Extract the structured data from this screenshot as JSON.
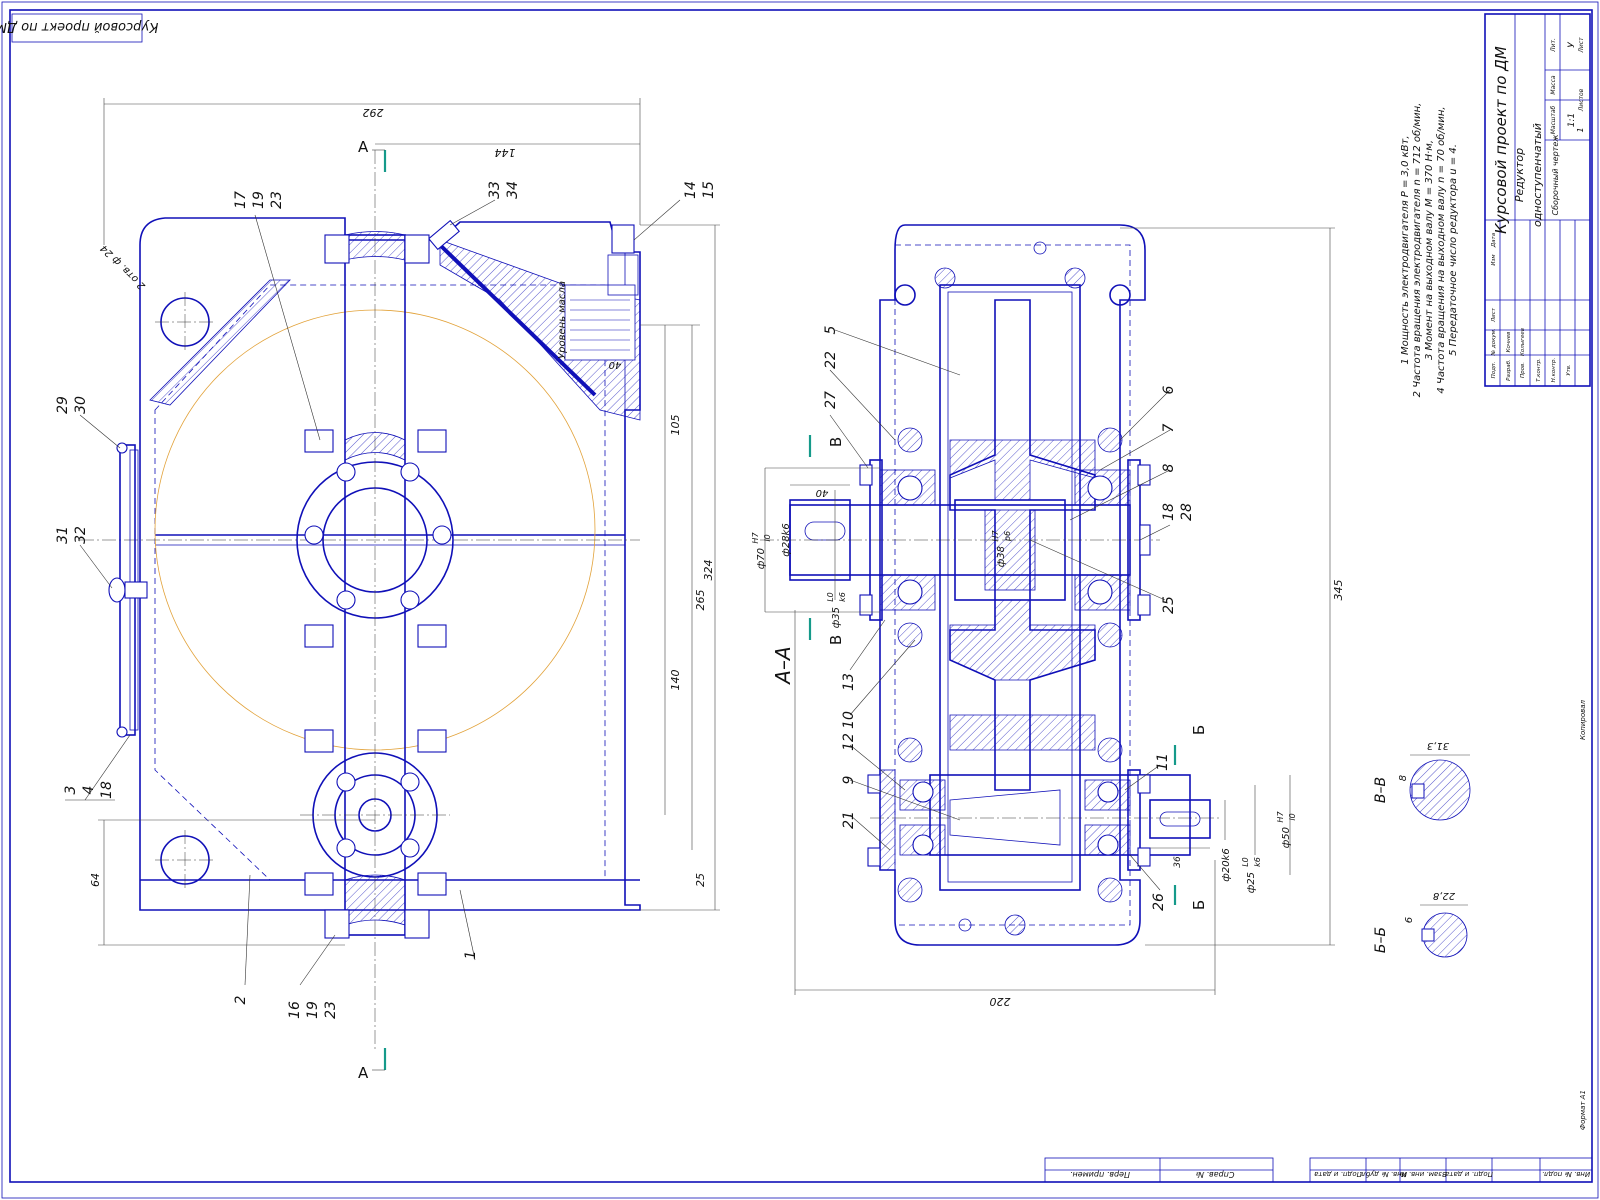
{
  "stamp": {
    "text": "Курсовой проект по ДМ"
  },
  "title_block": {
    "project": "Курсовой проект по ДМ",
    "product_line1": "Редуктор",
    "product_line2": "одноступенчатый",
    "doc_type": "Сборочный чертеж",
    "cols": [
      "Изм",
      "Лист",
      "№ докум.",
      "Подп.",
      "Дата"
    ],
    "rows": [
      {
        "role": "Разраб.",
        "name": "Кочнев"
      },
      {
        "role": "Пров.",
        "name": "Колыгеев"
      },
      {
        "role": "Т.контр.",
        "name": ""
      },
      {
        "role": "Н.контр.",
        "name": ""
      },
      {
        "role": "Утв.",
        "name": ""
      }
    ],
    "lit_label": "Лит.",
    "mass_label": "Масса",
    "scale_label": "Масштаб",
    "lit_value": "У",
    "scale_value": "1:1",
    "sheet_label": "Лист",
    "sheets_label": "Листов",
    "sheets_value": "1",
    "copied": "Копировал",
    "format": "Формат  А1"
  },
  "tech_reqs": [
    "1 Мощность электродвигателя P = 3,0 кВт,",
    "2 Частота вращения электродвигателя n = 712 об/мин,",
    "3 Момент на выходном валу M = 370 Н·м,",
    "4 Частота вращения на выходном валу n = 70 об/мин,",
    "5 Передаточное число редуктора u = 4."
  ],
  "bottom_strip": {
    "left": [
      "Перв. примен.",
      "Справ. №"
    ],
    "right": [
      "Подп. и дата",
      "Инв. № дубл.",
      "Взам. инв. №",
      "Подп. и дата",
      "Инв. № подл."
    ]
  },
  "front_view": {
    "dims": {
      "width": "292",
      "offset": "144",
      "h105": "105",
      "h265": "265",
      "h324": "324",
      "h140": "140",
      "h64": "64",
      "h25": "25",
      "oil": "40"
    },
    "holes_note": "2 отв. ф 24",
    "oil_label": "Уровень масла",
    "section_letter": "А"
  },
  "section_view": {
    "title": "А–А",
    "dims": {
      "length": "345",
      "width": "220",
      "shaft_len": "40",
      "key_len": "36"
    },
    "fits": {
      "d70": "ф70",
      "d70_fit_top": "H7",
      "d70_fit_bot": "l0",
      "d28": "ф28k6",
      "d35": "ф35",
      "d35_fit_top": "L0",
      "d35_fit_bot": "k6",
      "d38": "ф38",
      "d38_fit_top": "H7",
      "d38_fit_bot": "p6",
      "d50": "ф50",
      "d50_fit_top": "H7",
      "d50_fit_bot": "l0",
      "d20": "ф20k6",
      "d25": "ф25",
      "d25_fit_top": "L0",
      "d25_fit_bot": "k6"
    },
    "sect_b": "Б",
    "sect_v": "В"
  },
  "detail_vv": {
    "label": "В–В",
    "dim_h": "31,3",
    "dim_w": "8"
  },
  "detail_bb": {
    "label": "Б–Б",
    "dim_h": "22,8",
    "dim_w": "6"
  },
  "callouts": {
    "c1": "1",
    "c2": "2",
    "c3": "3",
    "c4": "4",
    "c18a": "18",
    "c5": "5",
    "c6": "6",
    "c7": "7",
    "c8": "8",
    "c9": "9",
    "c10": "10",
    "c11": "11",
    "c12": "12",
    "c13": "13",
    "c14": "14",
    "c15": "15",
    "c16": "16",
    "c19b": "19",
    "c23b": "23",
    "c17": "17",
    "c19a": "19",
    "c23a": "23",
    "c18b": "18",
    "c28": "28",
    "c21": "21",
    "c22": "22",
    "c25": "25",
    "c26": "26",
    "c27": "27",
    "c29": "29",
    "c30": "30",
    "c31": "31",
    "c32": "32",
    "c33": "33",
    "c34": "34"
  }
}
